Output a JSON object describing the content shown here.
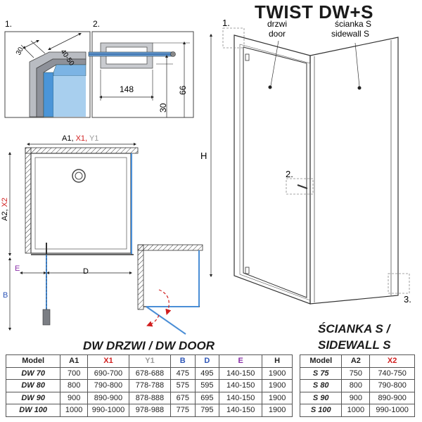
{
  "product": {
    "title": "TWIST DW+S"
  },
  "labels": {
    "door_pl": "drzwi",
    "door_en": "door",
    "side_pl": "ścianka S",
    "side_en": "sidewall S",
    "h": "H",
    "callout_1": "1.",
    "callout_2": "2.",
    "callout_3": "3.",
    "detail_1": "1.",
    "detail_2": "2.",
    "dim_30": "30",
    "dim_40_50": "40-50",
    "dim_148": "148",
    "dim_66": "66",
    "dim_30b": "30",
    "plan_a1": "A1,",
    "plan_x1": "X1,",
    "plan_y1": "Y1",
    "plan_a2": "A2,",
    "plan_x2": "X2",
    "plan_e": "E",
    "plan_d": "D",
    "plan_b": "B"
  },
  "colors": {
    "accent_red": "#d11e1e",
    "accent_blue": "#2e56b8",
    "accent_purple": "#8a2fa8",
    "glass_blue": "#3d8fd6"
  },
  "dw_table": {
    "title": "DW DRZWI / DW DOOR",
    "headers": [
      "Model",
      "A1",
      "X1",
      "Y1",
      "B",
      "D",
      "E",
      "H"
    ],
    "rows": [
      [
        "DW 70",
        "700",
        "690-700",
        "678-688",
        "475",
        "495",
        "140-150",
        "1900"
      ],
      [
        "DW 80",
        "800",
        "790-800",
        "778-788",
        "575",
        "595",
        "140-150",
        "1900"
      ],
      [
        "DW 90",
        "900",
        "890-900",
        "878-888",
        "675",
        "695",
        "140-150",
        "1900"
      ],
      [
        "DW 100",
        "1000",
        "990-1000",
        "978-988",
        "775",
        "795",
        "140-150",
        "1900"
      ]
    ]
  },
  "s_table": {
    "title_line1": "ŚCIANKA S /",
    "title_line2": "SIDEWALL S",
    "headers": [
      "Model",
      "A2",
      "X2"
    ],
    "rows": [
      [
        "S 75",
        "750",
        "740-750"
      ],
      [
        "S 80",
        "800",
        "790-800"
      ],
      [
        "S 90",
        "900",
        "890-900"
      ],
      [
        "S 100",
        "1000",
        "990-1000"
      ]
    ]
  }
}
